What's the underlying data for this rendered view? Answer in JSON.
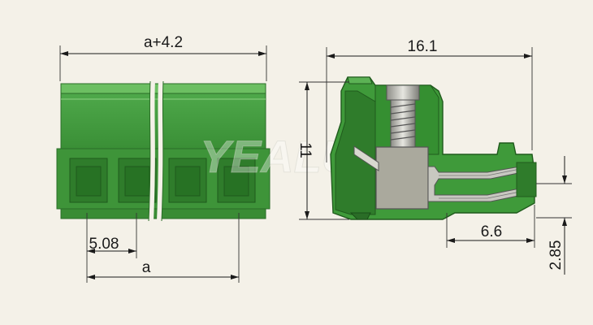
{
  "dimensions": {
    "total_width": "a+4.2",
    "depth": "16.1",
    "height": "11",
    "pitch": "5.08",
    "span": "a",
    "pin_length": "6.6",
    "pin_offset": "2.85"
  },
  "watermark": "YEALUS",
  "colors": {
    "background": "#f4f1e8",
    "housing": "#3f9a3a",
    "housing_dark": "#2d7a2a",
    "housing_light": "#5cb255",
    "metal": "#a8a89a"
  }
}
